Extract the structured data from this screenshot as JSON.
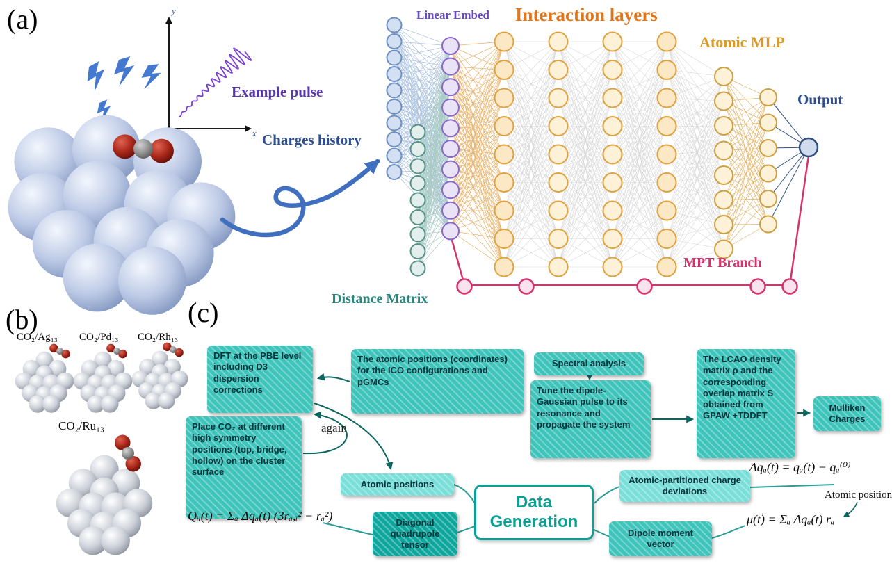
{
  "panels": {
    "a": "(a)",
    "b": "(b)",
    "c": "(c)"
  },
  "panel_a": {
    "example_pulse": "Example pulse",
    "charges_history": "Charges history",
    "linear_embed": "Linear Embed",
    "interaction_layers": "Interaction layers",
    "atomic_mlp": "Atomic MLP",
    "output": "Output",
    "mpt_branch": "MPT Branch",
    "distance_matrix": "Distance Matrix",
    "axis_x": "x",
    "axis_y": "y"
  },
  "panel_b": {
    "ag": "CO₂/Ag₁₃",
    "pd": "CO₂/Pd₁₃",
    "rh": "CO₂/Rh₁₃",
    "ru": "CO₂/Ru₁₃"
  },
  "panel_c": {
    "dft": "DFT at the PBE level including D3 dispersion corrections",
    "coords": "The atomic positions (coordinates) for the ICO configurations and pGMCs",
    "spectral": "Spectral analysis",
    "tune": "Tune the dipole-Gaussian pulse to its resonance and propagate the system",
    "lcao": "The LCAO density matrix ρ and the corresponding overlap matrix S obtained from GPAW +TDDFT",
    "mulliken": "Mulliken Charges",
    "place": "Place CO₂ at different high symmetry positions (top, bridge, hollow) on the cluster surface",
    "again": "again",
    "atomic_positions": "Atomic positions",
    "data_generation": "Data Generation",
    "charge_deviations": "Atomic-partitioned charge deviations",
    "atomic_positions_right": "Atomic positions",
    "quadrupole": "Diagonal quadrupole tensor",
    "dipole": "Dipole moment vector",
    "eq_dq": "Δqₐ(t) = qₐ(t) − qₐ⁽⁰⁾",
    "eq_q": "Qᵢᵢ(t) = Σₐ Δqₐ(t) (3rₐ,ᵢ² − rₐ²)",
    "eq_mu": "μ(t) = Σₐ Δqₐ(t) rₐ"
  },
  "colors": {
    "pulse_purple": "#5b35b0",
    "navy": "#2d4e90",
    "embed_purple": "#6747c7",
    "interaction_orange": "#e0761c",
    "mlp_gold": "#d79a2b",
    "mpt_pink": "#d6336c",
    "distance_teal": "#27877f",
    "flow_teal": "#3ec4bb",
    "flow_light_teal": "#7adfd9",
    "flow_dark_teal": "#0fa79d",
    "data_generation_teal": "#0d9e94"
  }
}
